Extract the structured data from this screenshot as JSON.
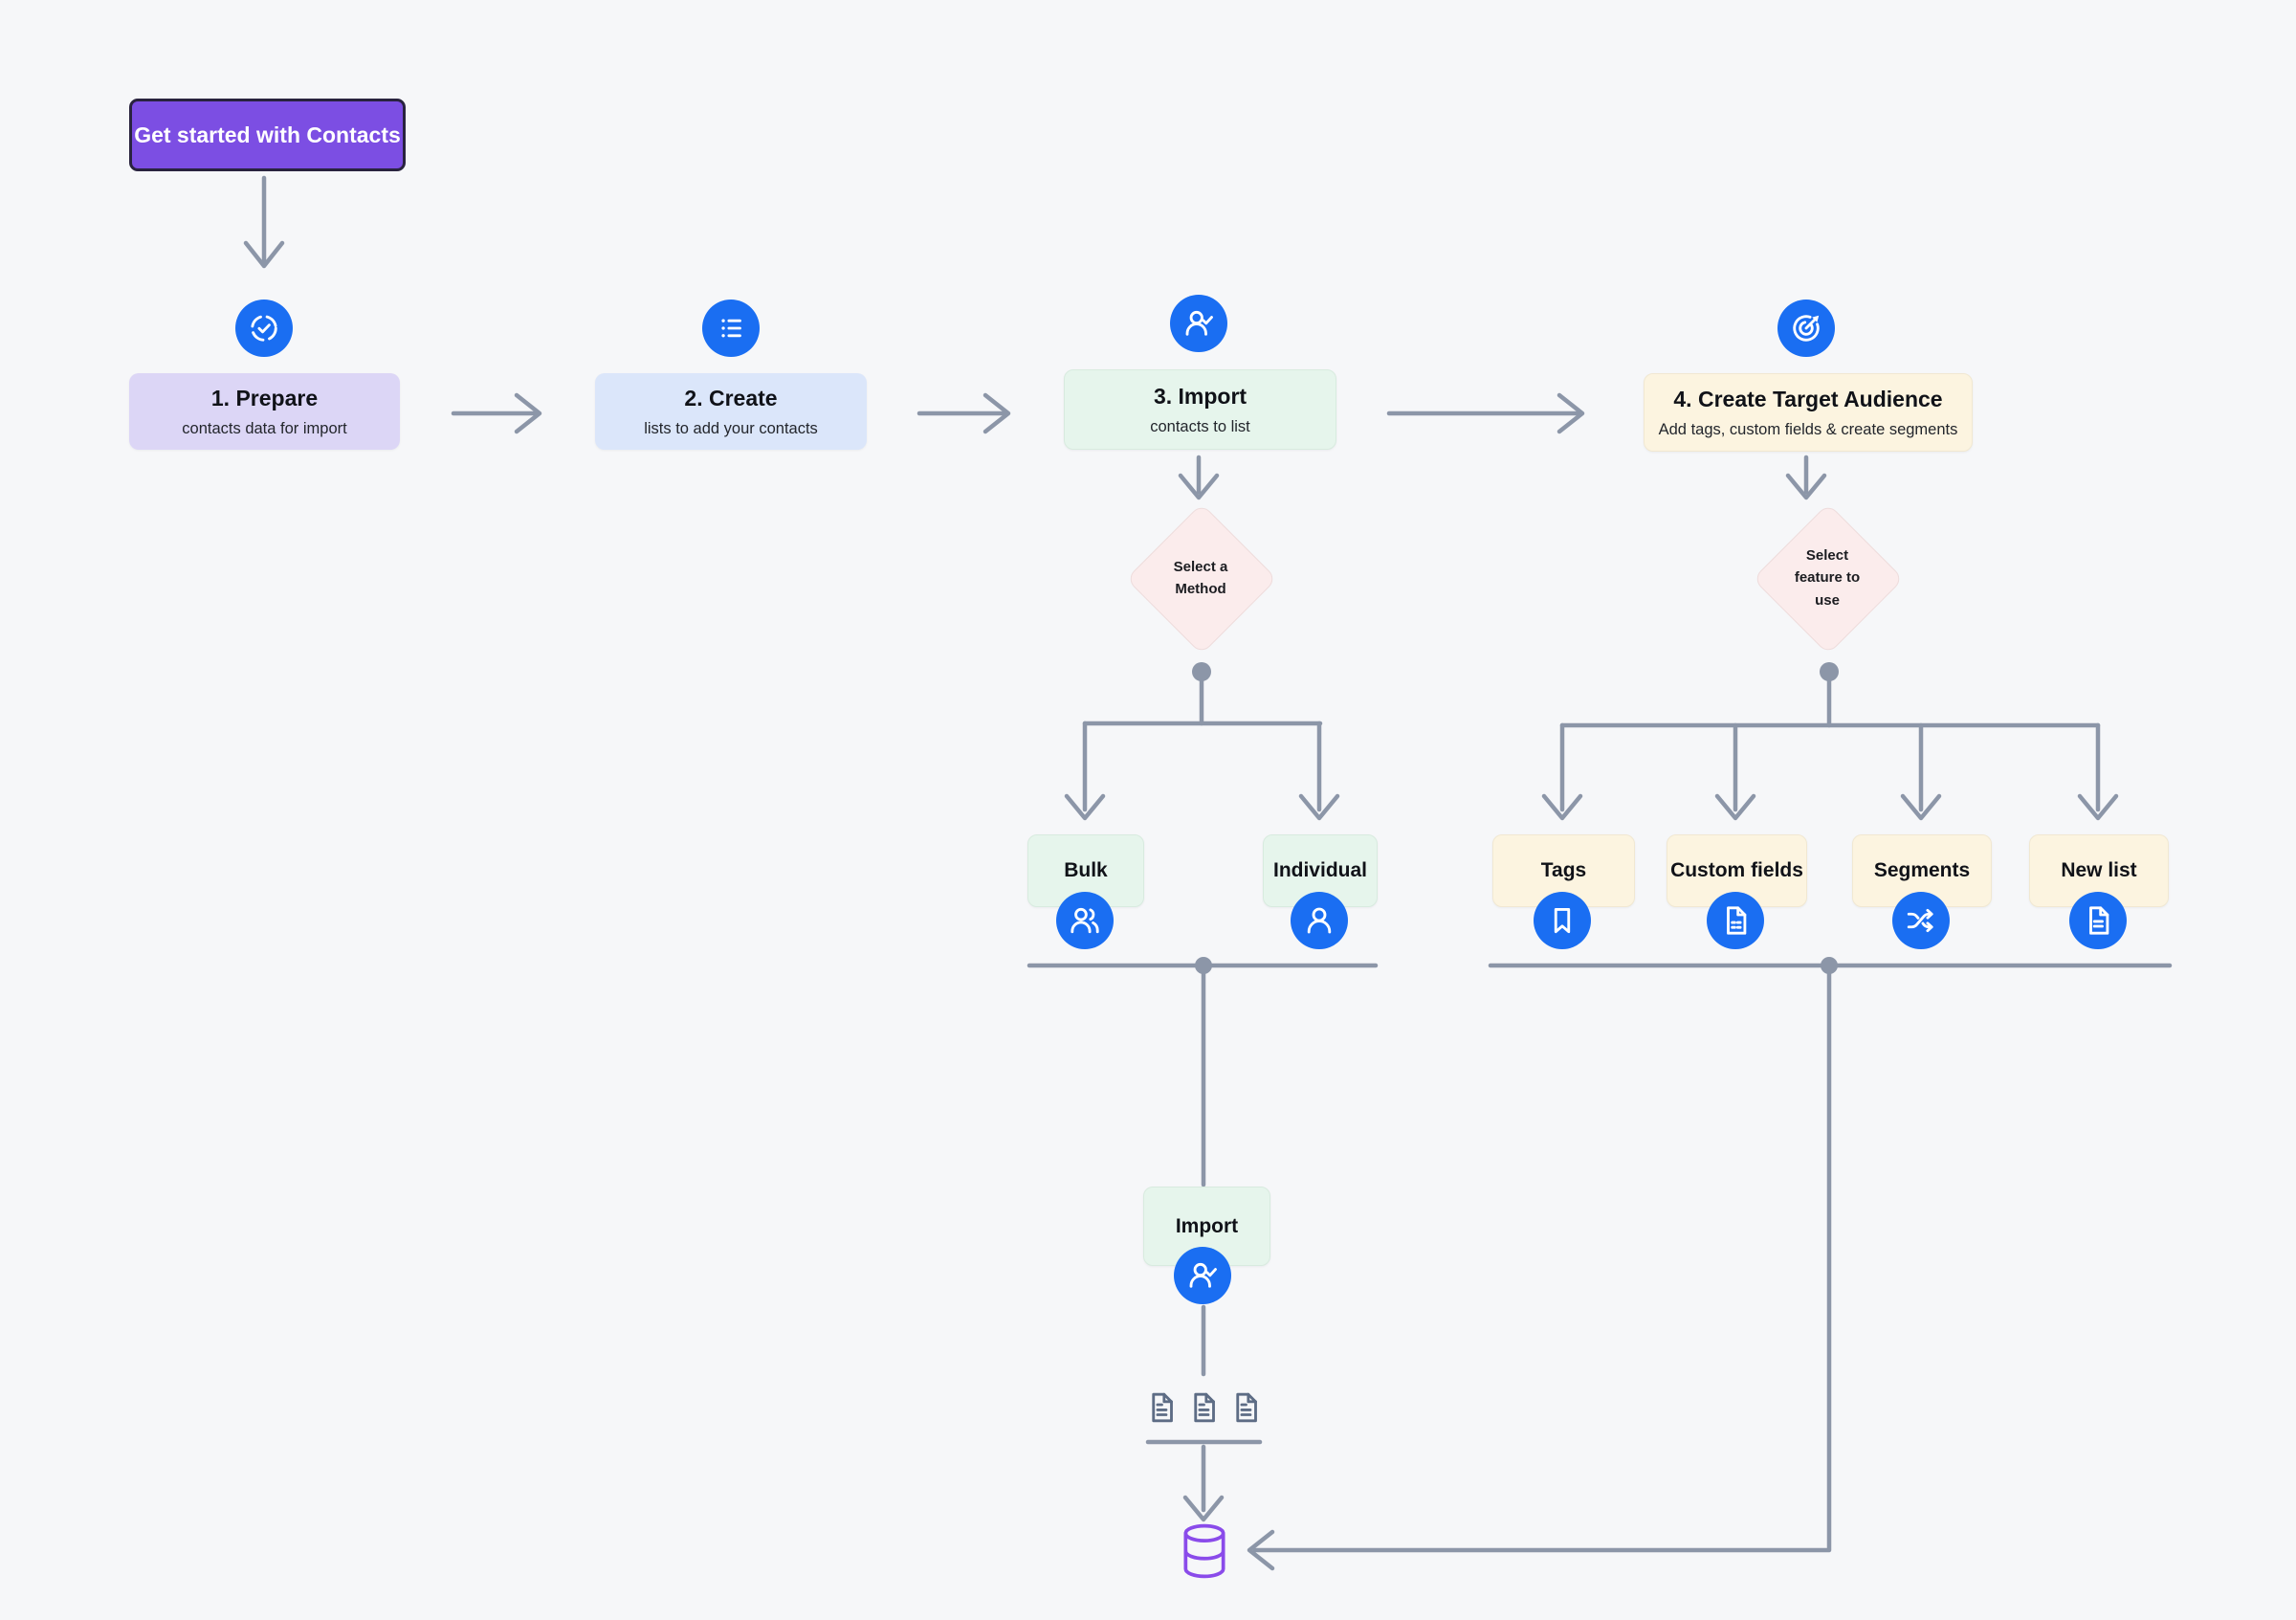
{
  "start_button": {
    "label": "Get started with Contacts"
  },
  "steps": [
    {
      "title": "1. Prepare",
      "subtitle": "contacts data for import",
      "icon": "dashed-circle-check-icon"
    },
    {
      "title": "2. Create",
      "subtitle": "lists to add your contacts",
      "icon": "list-icon"
    },
    {
      "title": "3. Import",
      "subtitle": "contacts to list",
      "icon": "user-check-icon"
    },
    {
      "title": "4. Create Target Audience",
      "subtitle": "Add tags, custom fields & create segments",
      "icon": "target-dart-icon"
    }
  ],
  "decisions": [
    {
      "label": "Select a Method"
    },
    {
      "label": "Select feature to use"
    }
  ],
  "method_branch": {
    "options": [
      {
        "label": "Bulk",
        "icon": "users-icon"
      },
      {
        "label": "Individual",
        "icon": "user-icon"
      }
    ]
  },
  "feature_branch": {
    "options": [
      {
        "label": "Tags",
        "icon": "bookmark-icon"
      },
      {
        "label": "Custom fields",
        "icon": "file-fields-icon"
      },
      {
        "label": "Segments",
        "icon": "shuffle-icon"
      },
      {
        "label": "New list",
        "icon": "file-text-icon"
      }
    ]
  },
  "import_node": {
    "label": "Import",
    "icon": "user-check-icon"
  },
  "terminal_icons": {
    "files": "document-icon",
    "storage": "database-icon"
  },
  "colors": {
    "background": "#f6f7f9",
    "button_purple": "#7c4ee3",
    "icon_blue": "#1a6ef2",
    "lavender_box": "#dcd6f6",
    "blue_box": "#dbe6fa",
    "green_box": "#e6f5ec",
    "cream_box": "#fcf4e0",
    "pink_diamond": "#fbecec",
    "connector_gray": "#8c96a8",
    "document_gray": "#5d6c85",
    "database_purple": "#8a4bea"
  }
}
